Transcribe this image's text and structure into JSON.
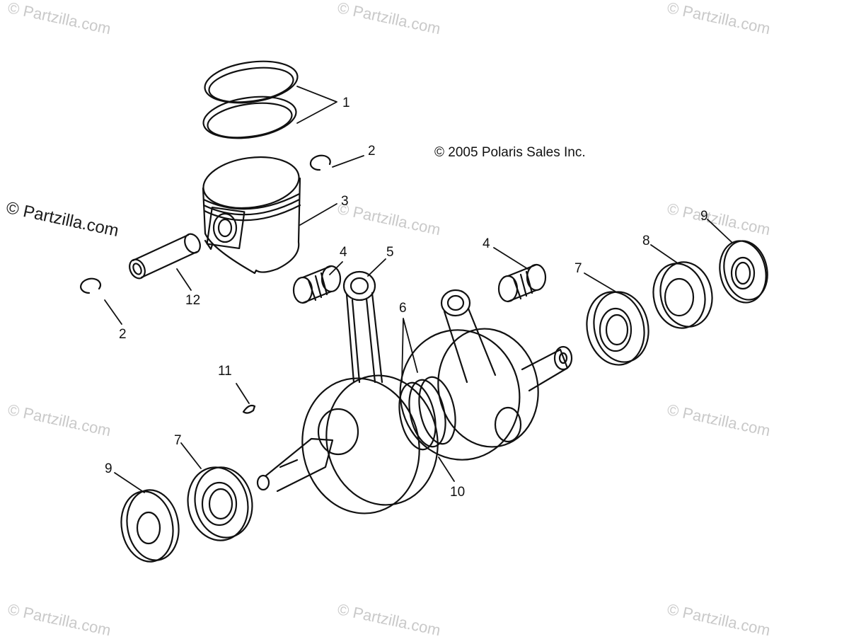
{
  "copyright": "© 2005 Polaris Sales Inc.",
  "watermark": "© Partzilla.com",
  "callouts": [
    {
      "key": "rings",
      "label": "1"
    },
    {
      "key": "clip_right",
      "label": "2"
    },
    {
      "key": "clip_left",
      "label": "2"
    },
    {
      "key": "piston",
      "label": "3"
    },
    {
      "key": "bearing_left",
      "label": "4"
    },
    {
      "key": "bearing_right",
      "label": "4"
    },
    {
      "key": "rod",
      "label": "5"
    },
    {
      "key": "crank_center",
      "label": "6"
    },
    {
      "key": "seal_right",
      "label": "7"
    },
    {
      "key": "seal_left",
      "label": "7"
    },
    {
      "key": "bearing_seal_right",
      "label": "8"
    },
    {
      "key": "washer_right",
      "label": "9"
    },
    {
      "key": "washer_left",
      "label": "9"
    },
    {
      "key": "labyrinth",
      "label": "10"
    },
    {
      "key": "key",
      "label": "11"
    },
    {
      "key": "pin",
      "label": "12"
    }
  ]
}
